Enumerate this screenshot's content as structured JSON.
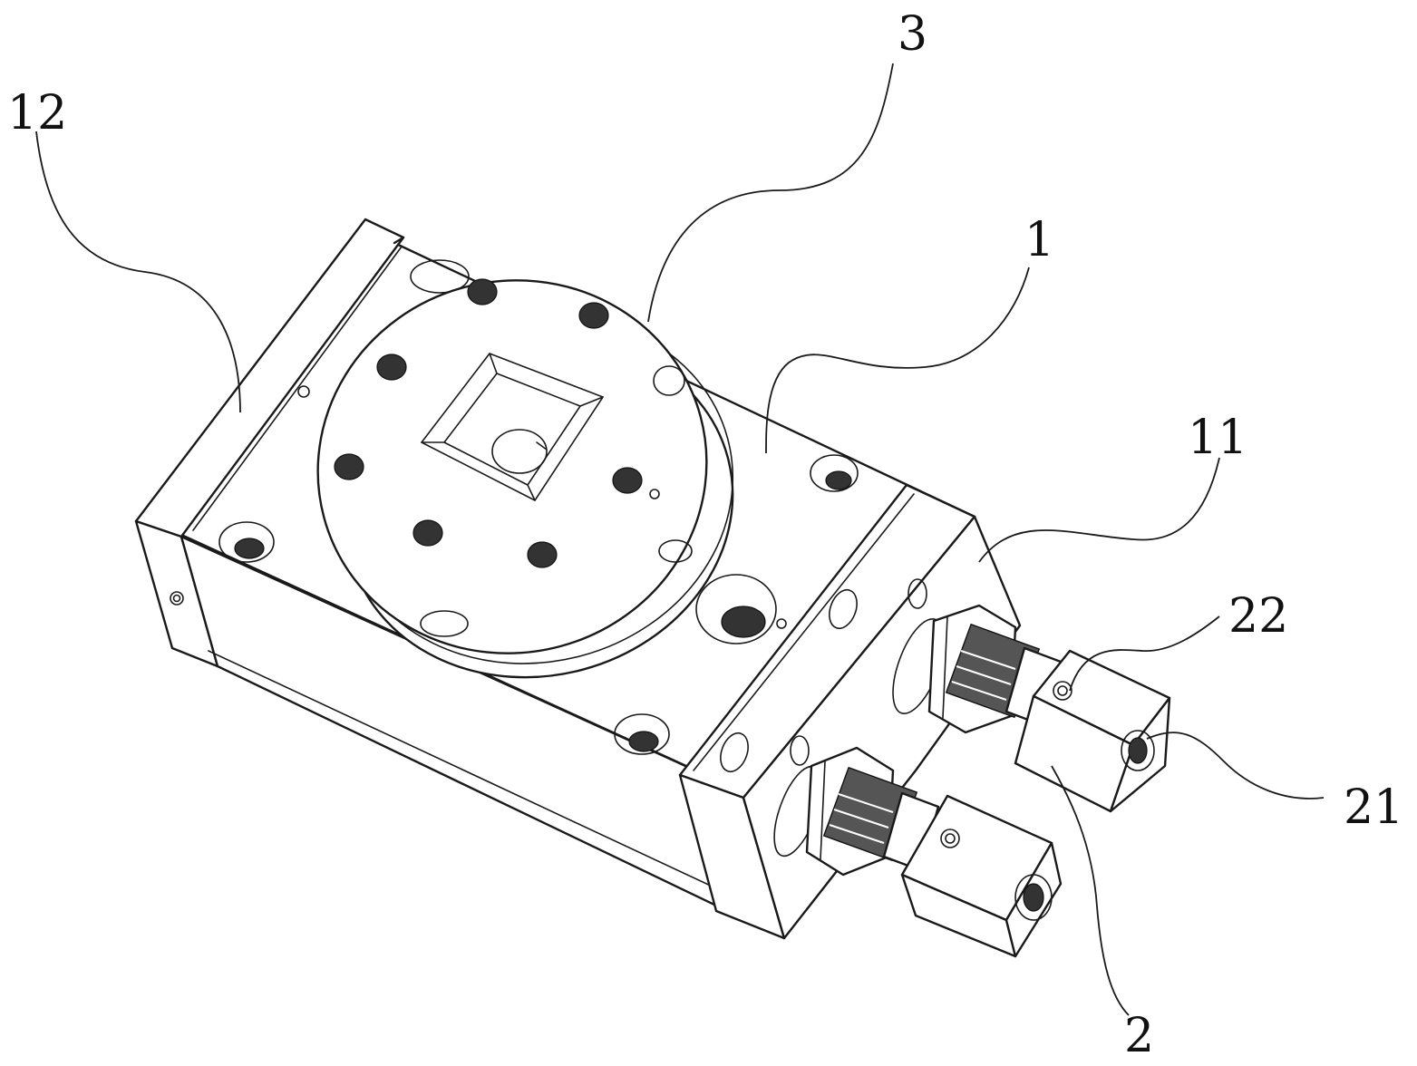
{
  "callouts": {
    "label_12": "12",
    "label_3": "3",
    "label_1": "1",
    "label_11": "11",
    "label_22": "22",
    "label_21": "21",
    "label_2": "2"
  }
}
